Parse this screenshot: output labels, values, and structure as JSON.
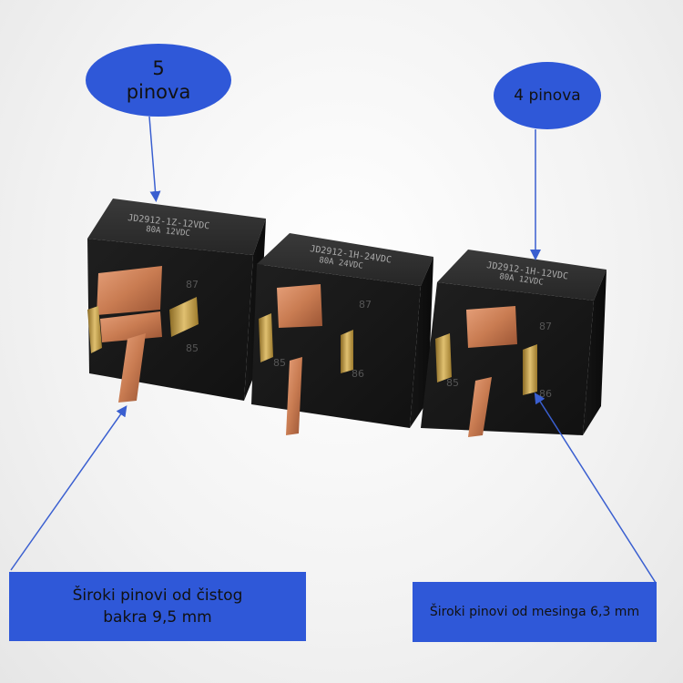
{
  "callouts": {
    "five_pin": {
      "line1": "5",
      "line2": "pinova"
    },
    "four_pin": {
      "text": "4 pinova"
    }
  },
  "labels": {
    "copper": {
      "line1": "Široki pinovi od čistog",
      "line2": "bakra 9,5 mm"
    },
    "brass": {
      "text": "Široki pinovi od mesinga 6,3 mm"
    }
  },
  "relays": [
    {
      "line1": "JD2912-1Z-12VDC",
      "line2": "80A 12VDC",
      "pin_a": "87",
      "pin_b": "85"
    },
    {
      "line1": "JD2912-1H-24VDC",
      "line2": "80A 24VDC",
      "pin_a": "87",
      "pin_b": "86",
      "pin_c": "85"
    },
    {
      "line1": "JD2912-1H-12VDC",
      "line2": "80A 12VDC",
      "pin_a": "87",
      "pin_b": "86",
      "pin_c": "85"
    }
  ],
  "colors": {
    "callout": "#2f58d8",
    "arrow": "#3a5fd0",
    "relay_body": "#1c1c1c",
    "copper": "#c97c52",
    "brass": "#c8a040"
  }
}
